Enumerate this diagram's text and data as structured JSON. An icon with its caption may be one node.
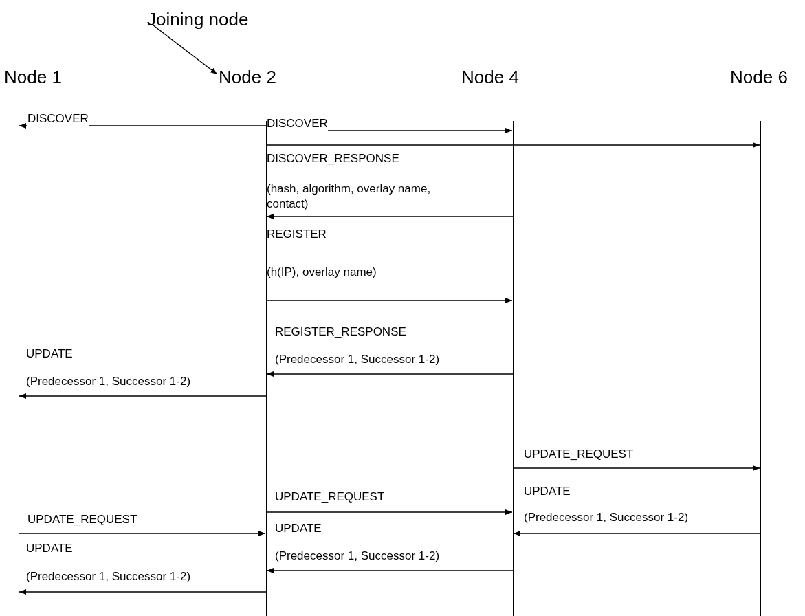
{
  "diagram": {
    "nodes": [
      {
        "text": [
          "Joining node"
        ]
      },
      {
        "text": [
          "Node 1"
        ]
      },
      {
        "text": [
          "Node 2"
        ]
      },
      {
        "text": [
          "Node 4"
        ]
      },
      {
        "text": [
          "Node 6"
        ]
      }
    ],
    "edges": [
      {
        "from": 0,
        "to": 2,
        "arrow": "to"
      },
      {
        "from": 2,
        "to": 1,
        "arrow": "to",
        "label": "DISCOVER"
      },
      {
        "from": 2,
        "to": 3,
        "arrow": "to",
        "label": "DISCOVER"
      },
      {
        "from": 2,
        "to": 4,
        "arrow": "to"
      },
      {
        "from": 3,
        "to": 2,
        "arrow": "to",
        "label": "(hash, algorithm, overlay name, contact)"
      },
      {
        "from": 2,
        "to": 3,
        "arrow": "to",
        "label": "(h(IP), overlay name)"
      },
      {
        "from": 3,
        "to": 2,
        "arrow": "to",
        "label": "(Predecessor 1, Successor 1-2)"
      },
      {
        "from": 2,
        "to": 1,
        "arrow": "to",
        "label": "(Predecessor 1, Successor 1-2)"
      },
      {
        "from": 3,
        "to": 4,
        "arrow": "to",
        "label": "UPDATE_REQUEST"
      },
      {
        "from": 2,
        "to": 3,
        "arrow": "to",
        "label": "UPDATE_REQUEST"
      },
      {
        "from": 4,
        "to": 3,
        "arrow": "to",
        "label": "(Predecessor 1, Successor 1-2)"
      },
      {
        "from": 1,
        "to": 2,
        "arrow": "to",
        "label": "UPDATE_REQUEST"
      },
      {
        "from": 3,
        "to": 2,
        "arrow": "to",
        "label": "(Predecessor 1, Successor 1-2)"
      },
      {
        "from": 2,
        "to": 1,
        "arrow": "to",
        "label": "(Predecessor 1, Successor 1-2)"
      }
    ],
    "labels": [
      "DISCOVER_RESPONSE",
      "REGISTER",
      "REGISTER_RESPONSE",
      "UPDATE",
      "UPDATE",
      "UPDATE",
      "UPDATE"
    ]
  }
}
